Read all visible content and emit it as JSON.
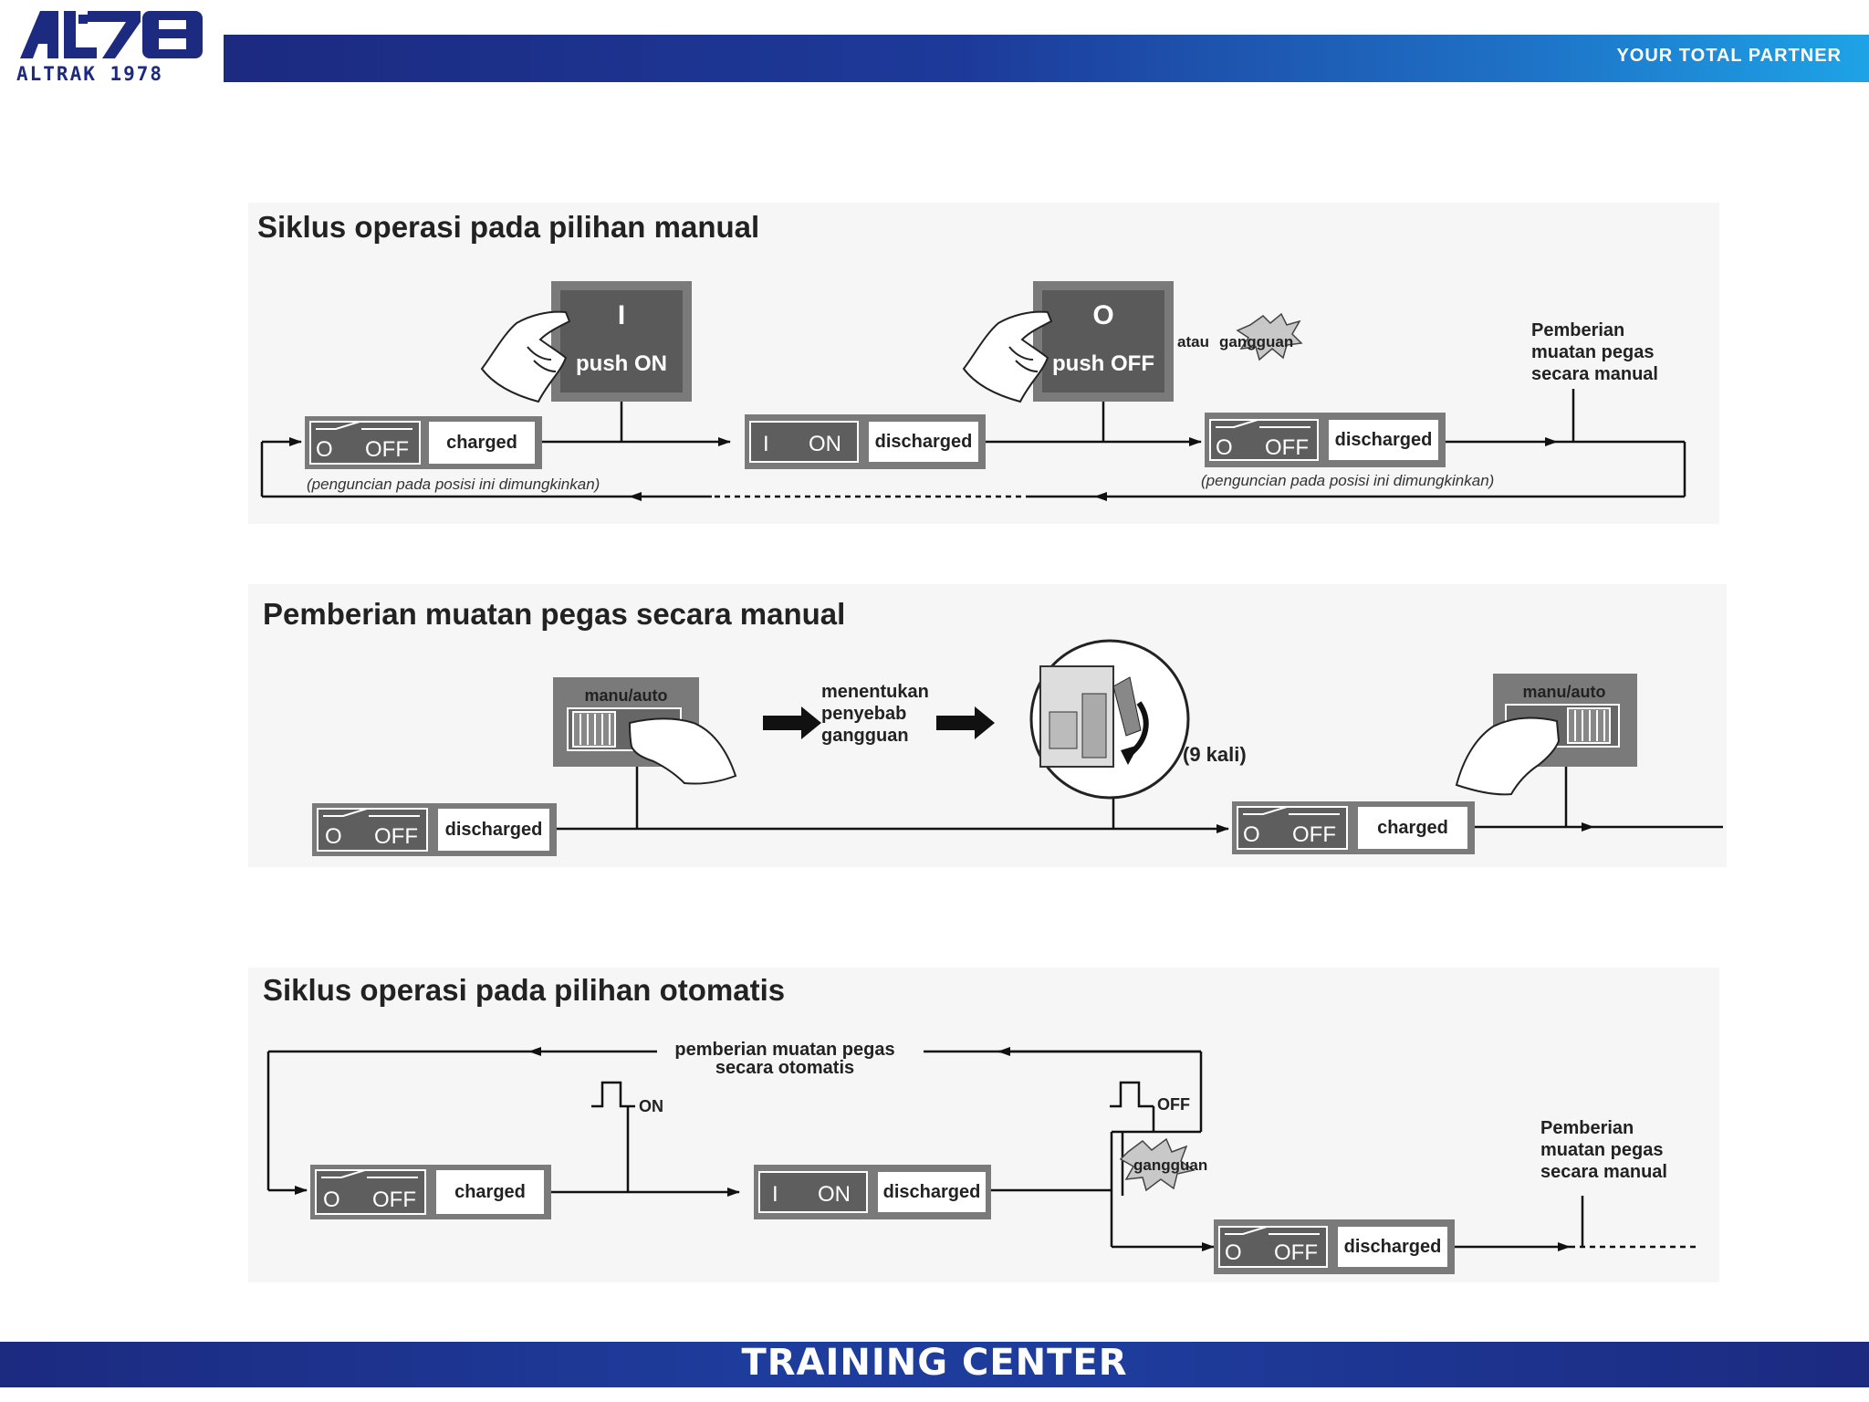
{
  "header": {
    "logo_mark": "AL78",
    "logo_sub": "ALTRAK 1978",
    "tagline": "YOUR TOTAL PARTNER",
    "colors": {
      "brand_dark": "#1c2a80",
      "brand_light": "#1ea3e6"
    }
  },
  "footer": {
    "title": "TRAINING CENTER"
  },
  "manual_cycle": {
    "title": "Siklus operasi pada pilihan manual",
    "push_on": {
      "symbol": "I",
      "label": "push ON"
    },
    "push_off": {
      "symbol": "O",
      "label": "push OFF"
    },
    "fault_prefix": "atau",
    "fault_label": "gangguan",
    "state1": {
      "pos_o": "O",
      "pos_off": "OFF",
      "spring": "charged"
    },
    "state2": {
      "pos_i": "I",
      "pos_on": "ON",
      "spring": "discharged"
    },
    "state3": {
      "pos_o": "O",
      "pos_off": "OFF",
      "spring": "discharged"
    },
    "note_left": "(penguncian pada posisi ini dimungkinkan)",
    "note_right": "(penguncian pada posisi ini dimungkinkan)",
    "manual_charge_lines": [
      "Pemberian",
      "muatan pegas",
      "secara manual"
    ]
  },
  "manual_charging": {
    "title": "Pemberian muatan pegas secara manual",
    "selector_label_1": "manu/auto",
    "selector_label_2": "manu/auto",
    "step_text": [
      "menentukan",
      "penyebab",
      "gangguan"
    ],
    "repeat_label": "(9 kali)",
    "state1": {
      "pos_o": "O",
      "pos_off": "OFF",
      "spring": "discharged"
    },
    "state2": {
      "pos_o": "O",
      "pos_off": "OFF",
      "spring": "charged"
    }
  },
  "auto_cycle": {
    "title": "Siklus operasi pada pilihan otomatis",
    "auto_charge_lines": [
      "pemberian muatan pegas",
      "secara otomatis"
    ],
    "pulse_on": "ON",
    "pulse_off": "OFF",
    "fault_label": "gangguan",
    "state1": {
      "pos_o": "O",
      "pos_off": "OFF",
      "spring": "charged"
    },
    "state2": {
      "pos_i": "I",
      "pos_on": "ON",
      "spring": "discharged"
    },
    "state3": {
      "pos_o": "O",
      "pos_off": "OFF",
      "spring": "discharged"
    },
    "manual_charge_lines": [
      "Pemberian",
      "muatan pegas",
      "secara manual"
    ]
  }
}
